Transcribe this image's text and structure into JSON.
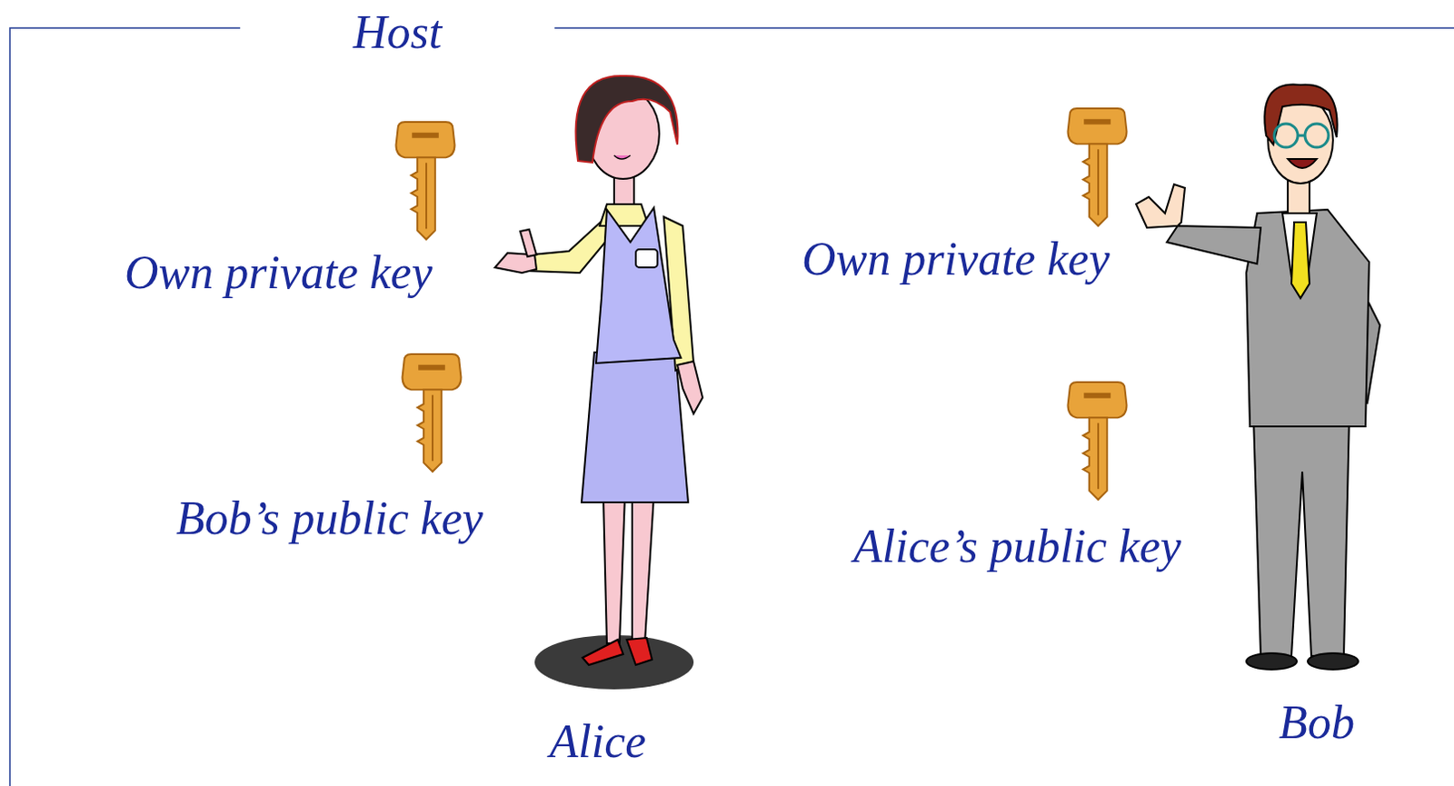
{
  "diagram": {
    "nodes": [
      {
        "text": [
          "Host"
        ]
      }
    ],
    "labels": [
      "Own private key",
      "Bob’s public key",
      "Own private key",
      "Alice’s public key",
      "Alice",
      "Bob"
    ]
  }
}
